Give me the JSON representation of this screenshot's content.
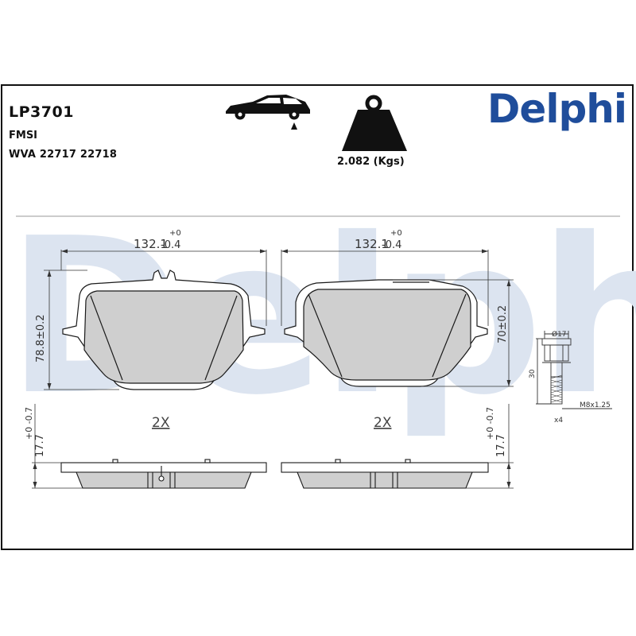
{
  "header": {
    "part_number": "LP3701",
    "fmsi_label": "FMSI",
    "wva_line": "WVA 22717 22718",
    "weight": "2.082 (Kgs)",
    "brand": "Delphi",
    "watermark": "Delphi"
  },
  "pads": {
    "pad1_width": "132.1",
    "pad1_tol_upper": "+0",
    "pad1_tol_lower": "-0.4",
    "pad1_height": "78.8±0.2",
    "pad2_width": "132.1",
    "pad2_tol_upper": "+0",
    "pad2_tol_lower": "-0.4",
    "pad2_height": "70±0.2",
    "thickness_left": "17.7",
    "thickness_left_tol": "+0 -0.7",
    "thickness_right": "17.7",
    "thickness_right_tol": "+0 -0.7",
    "qty_left": "2X",
    "qty_right": "2X"
  },
  "bolt": {
    "diameter": "Ø17",
    "length": "30",
    "thread": "M8x1.25",
    "quantity": "x4"
  },
  "colors": {
    "brand_blue": "#1f4d9b",
    "pad_fill": "#cfcfcf",
    "watermark": "#dce4f0",
    "line": "#1a1a1a"
  }
}
